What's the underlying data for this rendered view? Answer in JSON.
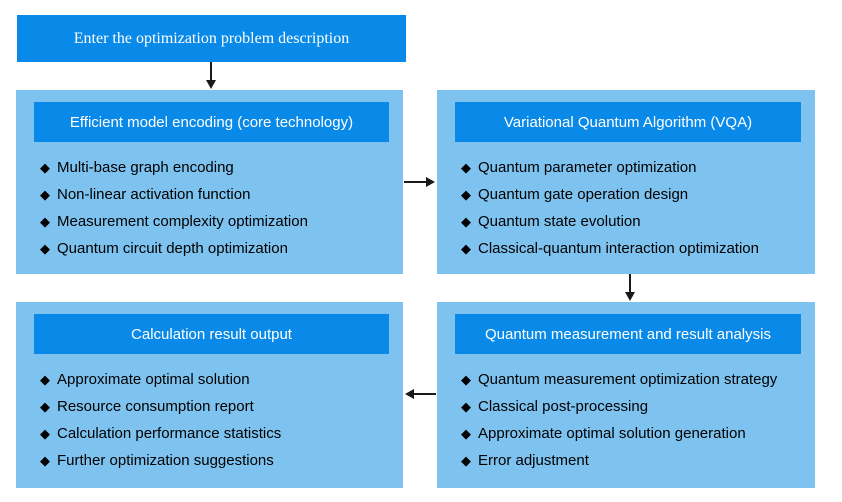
{
  "diagram": {
    "start": {
      "label": "Enter the optimization problem description"
    },
    "bullet_glyph": "◆",
    "panels": [
      {
        "title": "Efficient model encoding (core technology)",
        "items": [
          "Multi-base graph encoding",
          "Non-linear activation function",
          "Measurement complexity optimization",
          "Quantum circuit depth optimization"
        ]
      },
      {
        "title": "Variational Quantum Algorithm (VQA)",
        "items": [
          "Quantum parameter optimization",
          "Quantum gate operation design",
          "Quantum state evolution",
          "Classical-quantum interaction optimization"
        ]
      },
      {
        "title": "Calculation result output",
        "items": [
          "Approximate optimal solution",
          "Resource consumption report",
          "Calculation performance statistics",
          "Further optimization suggestions"
        ]
      },
      {
        "title": "Quantum measurement and result analysis",
        "items": [
          "Quantum measurement optimization strategy",
          "Classical post-processing",
          "Approximate optimal solution generation",
          "Error adjustment"
        ]
      }
    ],
    "colors": {
      "header_blue": "#0989e8",
      "panel_blue": "#7ec3f0",
      "arrow_black": "#1a1a1a",
      "header_text": "#ffffff",
      "body_text": "#000000"
    }
  }
}
